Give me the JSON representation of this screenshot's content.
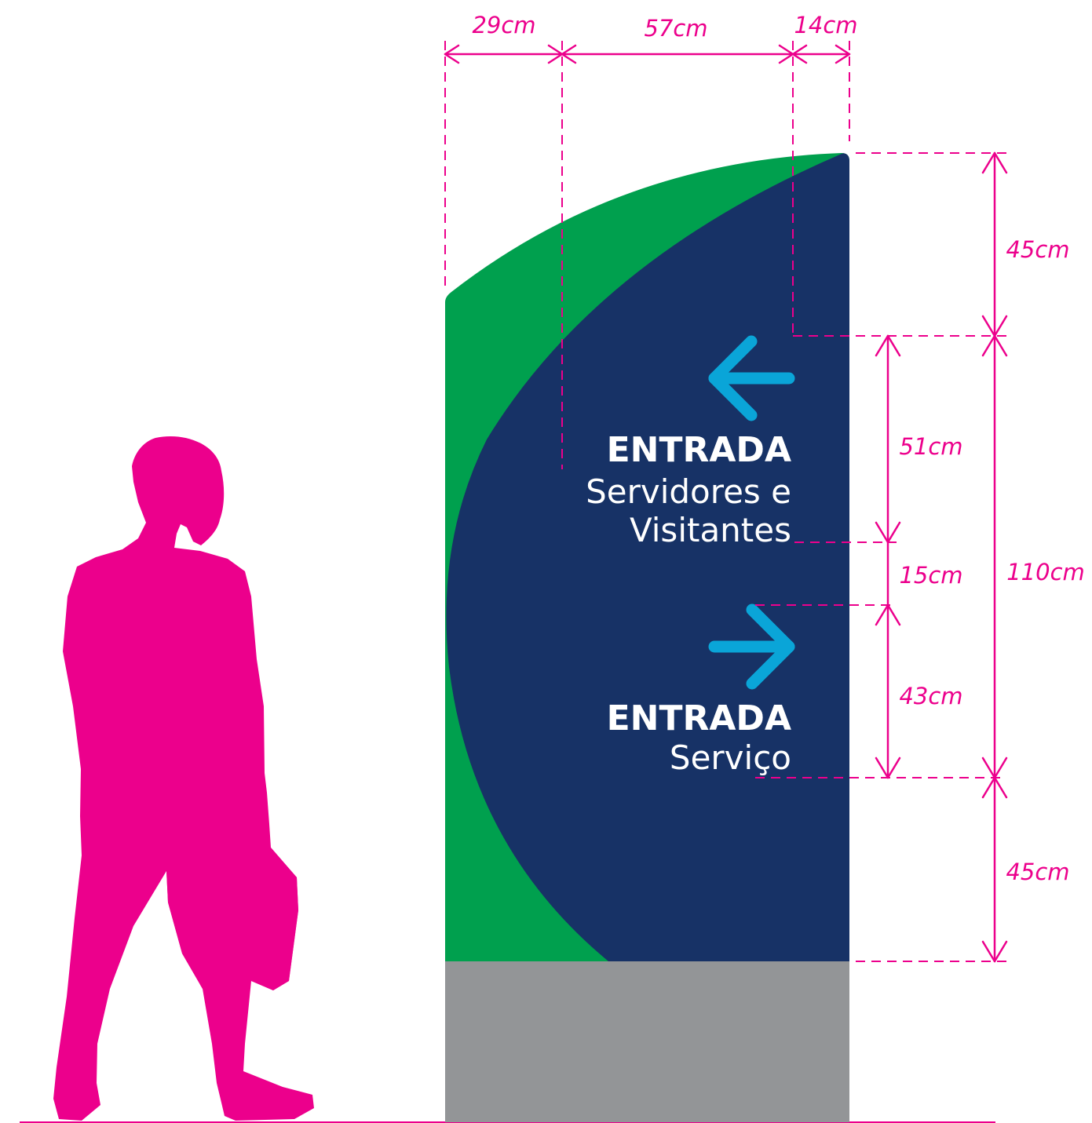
{
  "colors": {
    "dimension": "#ec008c",
    "person": "#ec008c",
    "sign_navy": "#173266",
    "sign_green": "#00a04e",
    "arrow_blue": "#0aa5d8",
    "base_gray": "#939597",
    "sign_text": "#ffffff"
  },
  "icons": {
    "arrow_left": "arrow-left-icon",
    "arrow_right": "arrow-right-icon",
    "person": "person-silhouette"
  },
  "dimensions": {
    "top": [
      "29cm",
      "57cm",
      "14cm"
    ],
    "right_outer": [
      "45cm",
      "110cm",
      "45cm"
    ],
    "right_inner": [
      "51cm",
      "15cm",
      "43cm"
    ]
  },
  "sign": {
    "entry1": {
      "heading": "ENTRADA",
      "line1": "Servidores e",
      "line2": "Visitantes"
    },
    "entry2": {
      "heading": "ENTRADA",
      "line1": "Serviço"
    }
  }
}
